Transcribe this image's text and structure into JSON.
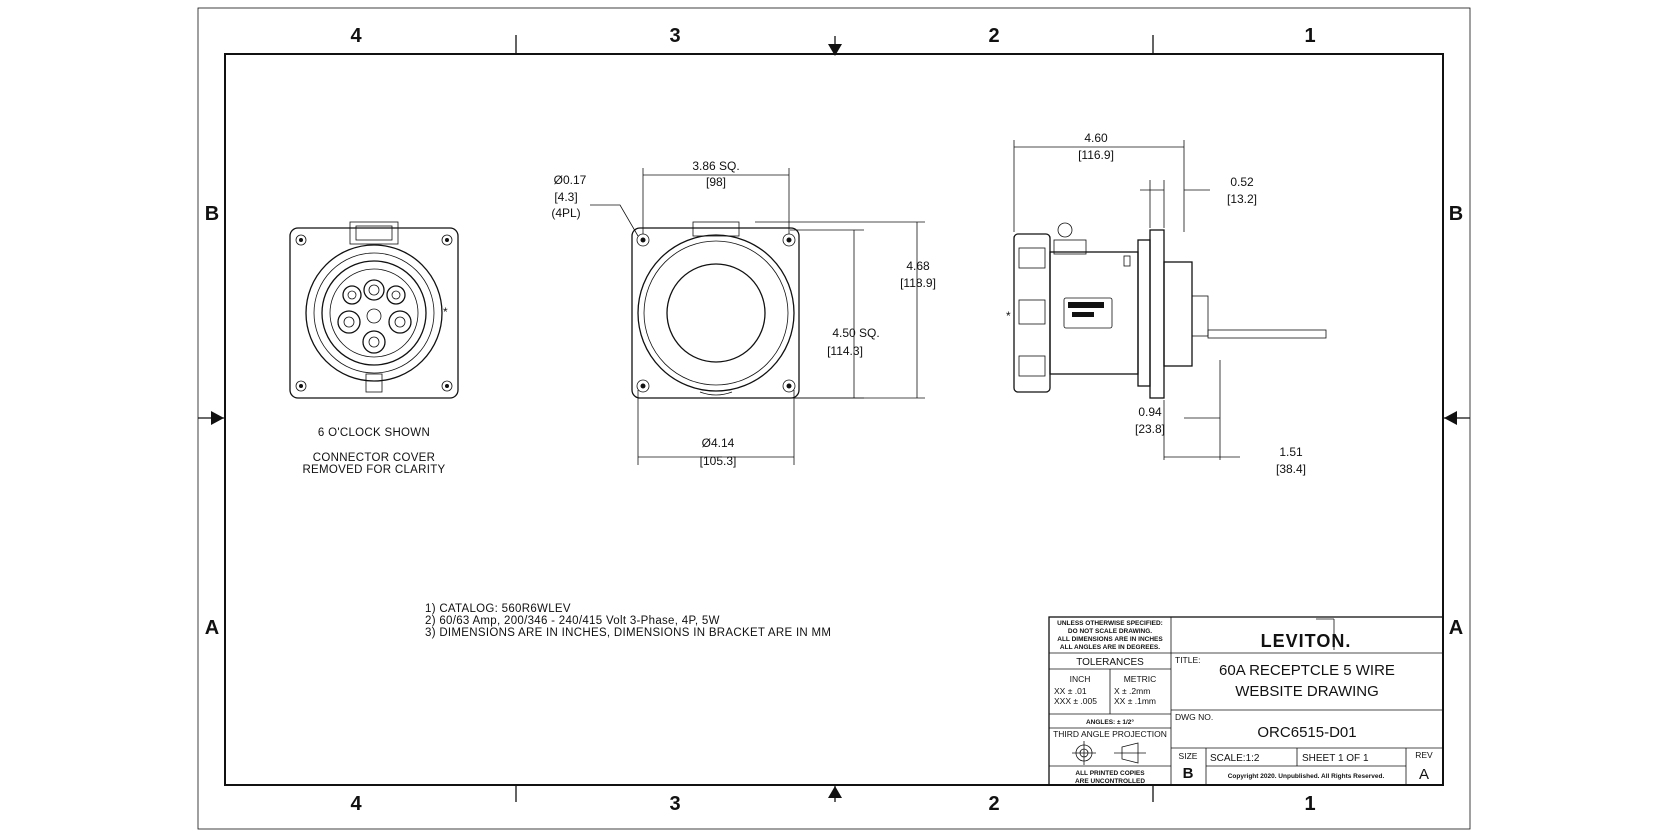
{
  "zones": {
    "columns": [
      "4",
      "3",
      "2",
      "1"
    ],
    "rows": [
      "B",
      "A"
    ]
  },
  "front_view": {
    "caption_line1": "6 O'CLOCK SHOWN",
    "caption_line2": "CONNECTOR COVER",
    "caption_line3": "REMOVED FOR CLARITY"
  },
  "mount_view": {
    "hole_dia_in": "Ø0.17",
    "hole_dia_mm": "[4.3]",
    "hole_qty": "(4PL)",
    "bolt_sq_in": "3.86 SQ.",
    "bolt_sq_mm": "[98]",
    "height_in": "4.68",
    "height_mm": "[118.9]",
    "flange_sq_in": "4.50  SQ.",
    "flange_sq_mm": "[114.3]",
    "body_dia_in": "Ø4.14",
    "body_dia_mm": "[105.3]"
  },
  "side_view": {
    "length_in": "4.60",
    "length_mm": "[116.9]",
    "flange_thk_in": "0.52",
    "flange_thk_mm": "[13.2]",
    "offset_in": "0.94",
    "offset_mm": "[23.8]",
    "rear_in": "1.51",
    "rear_mm": "[38.4]"
  },
  "notes": [
    "1) CATALOG: 560R6WLEV",
    "2) 60/63 Amp, 200/346 - 240/415 Volt 3-Phase, 4P, 5W",
    "3) DIMENSIONS ARE IN INCHES, DIMENSIONS IN BRACKET ARE IN MM"
  ],
  "title_block": {
    "spec_lines": [
      "UNLESS OTHERWISE SPECIFIED:",
      "DO NOT SCALE DRAWING.",
      "ALL DIMENSIONS ARE IN INCHES",
      "ALL ANGLES ARE IN DEGREES."
    ],
    "tolerances_label": "TOLERANCES",
    "inch_label": "INCH",
    "metric_label": "METRIC",
    "inch_tol_1": "XX   ± .01",
    "inch_tol_2": "XXX  ± .005",
    "metric_tol_1": "X    ± .2mm",
    "metric_tol_2": "XX  ± .1mm",
    "angles": "ANGLES: ± 1/2°",
    "projection": "THIRD ANGLE PROJECTION",
    "copies_1": "ALL PRINTED COPIES",
    "copies_2": "ARE UNCONTROLLED",
    "logo": "LEVITON.",
    "title_label": "TITLE:",
    "title_line1": "60A RECEPTCLE 5 WIRE",
    "title_line2": "WEBSITE DRAWING",
    "dwg_no_label": "DWG NO.",
    "dwg_no": "ORC6515-D01",
    "size_label": "SIZE",
    "size_value": "B",
    "scale": "SCALE:1:2",
    "sheet": "SHEET 1 OF 1",
    "rev_label": "REV",
    "rev_value": "A",
    "copyright": "Copyright 2020. Unpublished. All Rights Reserved."
  }
}
